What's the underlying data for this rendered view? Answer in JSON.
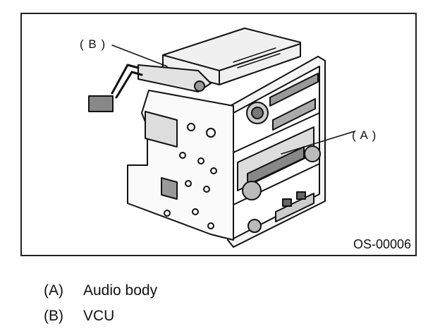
{
  "figure": {
    "callouts": {
      "b": "( B )",
      "a": "( A )"
    },
    "code": "OS-00006"
  },
  "legend": [
    {
      "key": "(A)",
      "text": "Audio body"
    },
    {
      "key": "(B)",
      "text": "VCU"
    }
  ]
}
